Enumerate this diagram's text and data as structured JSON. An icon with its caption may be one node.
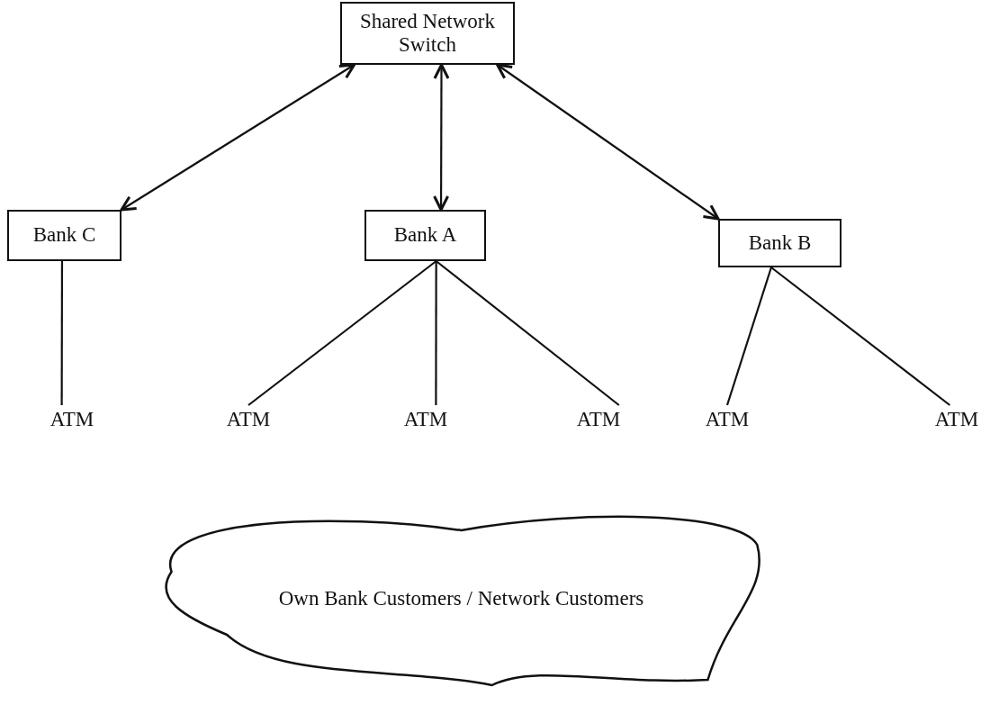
{
  "diagram": {
    "nodes": [
      {
        "text": [
          "Shared Network Switch"
        ]
      },
      {
        "text": [
          "Bank C"
        ]
      },
      {
        "text": [
          "Bank A"
        ]
      },
      {
        "text": [
          "Bank B"
        ]
      },
      {
        "text": [
          "ATM"
        ]
      },
      {
        "text": [
          "ATM"
        ]
      },
      {
        "text": [
          "ATM"
        ]
      },
      {
        "text": [
          "ATM"
        ]
      },
      {
        "text": [
          "ATM"
        ]
      },
      {
        "text": [
          "ATM"
        ]
      },
      {
        "text": [
          "Own Bank Customers / Network Customers"
        ]
      }
    ],
    "edges": [
      {
        "from": 0,
        "to": 1,
        "arrow": "both"
      },
      {
        "from": 0,
        "to": 2,
        "arrow": "both"
      },
      {
        "from": 0,
        "to": 3,
        "arrow": "both"
      },
      {
        "from": 1,
        "to": 4,
        "arrow": "none"
      },
      {
        "from": 2,
        "to": 5,
        "arrow": "none"
      },
      {
        "from": 2,
        "to": 6,
        "arrow": "none"
      },
      {
        "from": 2,
        "to": 7,
        "arrow": "none"
      },
      {
        "from": 3,
        "to": 8,
        "arrow": "none"
      },
      {
        "from": 3,
        "to": 9,
        "arrow": "none"
      }
    ]
  }
}
